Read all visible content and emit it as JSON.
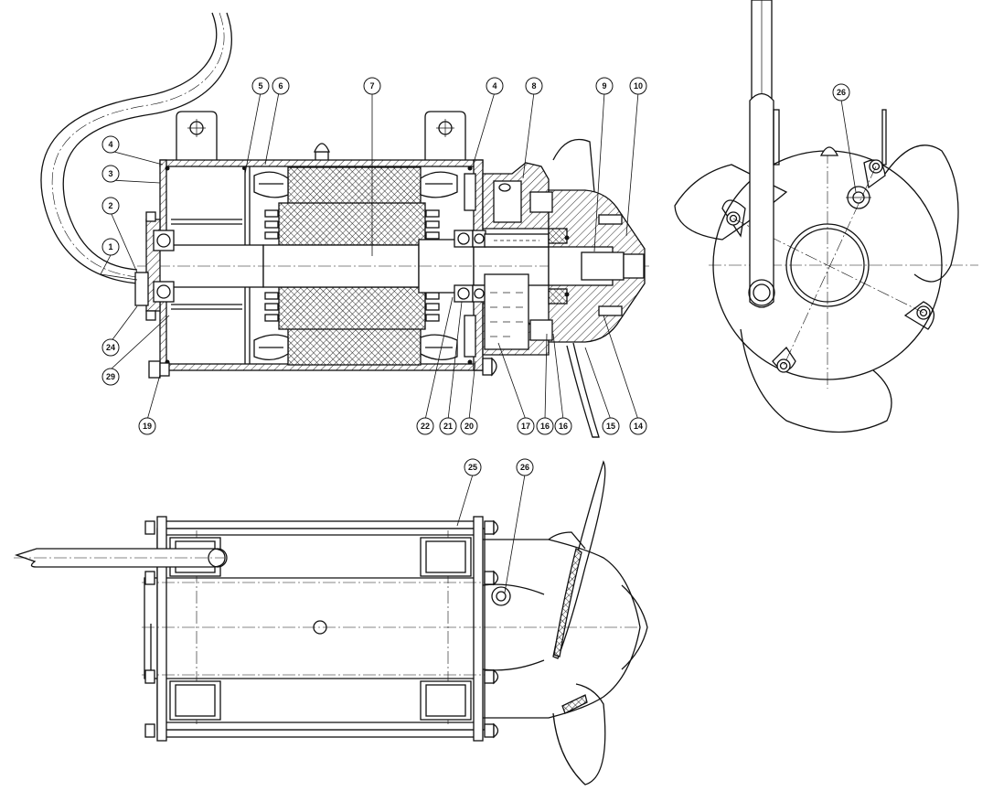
{
  "callouts": {
    "c1": "1",
    "c2": "2",
    "c3": "3",
    "c4a": "4",
    "c4b": "4",
    "c5": "5",
    "c6": "6",
    "c7": "7",
    "c8": "8",
    "c9": "9",
    "c10": "10",
    "c14": "14",
    "c15": "15",
    "c16a": "16",
    "c16b": "16",
    "c17": "17",
    "c19": "19",
    "c20": "20",
    "c21": "21",
    "c22": "22",
    "c24": "24",
    "c25": "25",
    "c26a": "26",
    "c26b": "26",
    "c29": "29"
  }
}
